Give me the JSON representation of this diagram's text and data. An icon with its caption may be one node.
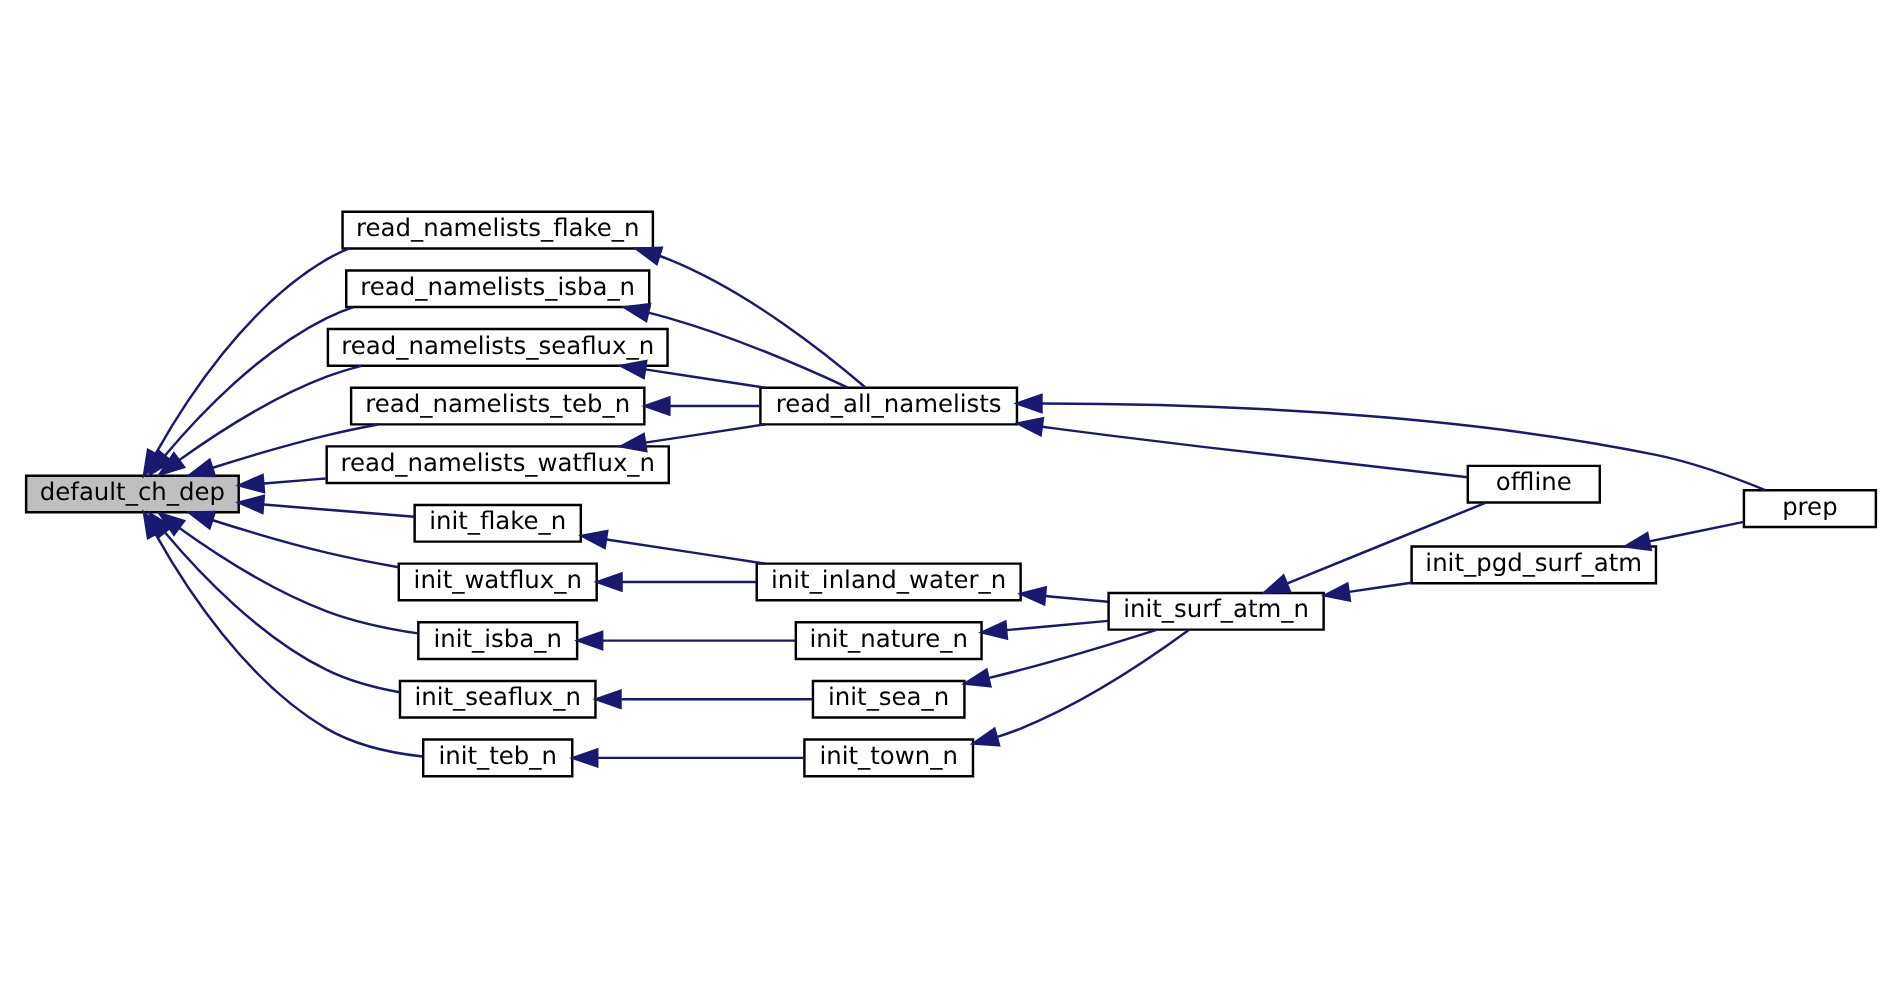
{
  "diagram": {
    "nodes": [
      {
        "text": [
          "default_ch_dep"
        ]
      },
      {
        "text": [
          "init_flake_n"
        ]
      },
      {
        "text": [
          "init_watflux_n"
        ]
      },
      {
        "text": [
          "init_isba_n"
        ]
      },
      {
        "text": [
          "init_seaflux_n"
        ]
      },
      {
        "text": [
          "init_teb_n"
        ]
      },
      {
        "text": [
          "read_namelists_flake_n"
        ]
      },
      {
        "text": [
          "read_namelists_isba_n"
        ]
      },
      {
        "text": [
          "read_namelists_seaflux_n"
        ]
      },
      {
        "text": [
          "read_namelists_teb_n"
        ]
      },
      {
        "text": [
          "read_namelists_watflux_n"
        ]
      },
      {
        "text": [
          "init_inland_water_n"
        ]
      },
      {
        "text": [
          "init_nature_n"
        ]
      },
      {
        "text": [
          "init_sea_n"
        ]
      },
      {
        "text": [
          "init_town_n"
        ]
      },
      {
        "text": [
          "read_all_namelists"
        ]
      },
      {
        "text": [
          "init_surf_atm_n"
        ]
      },
      {
        "text": [
          "init_pgd_surf_atm"
        ]
      },
      {
        "text": [
          "offline"
        ]
      },
      {
        "text": [
          "prep"
        ]
      }
    ],
    "edges": [
      {
        "from": 1,
        "to": 0,
        "arrow": "to"
      },
      {
        "from": 2,
        "to": 0,
        "arrow": "to"
      },
      {
        "from": 3,
        "to": 0,
        "arrow": "to"
      },
      {
        "from": 4,
        "to": 0,
        "arrow": "to"
      },
      {
        "from": 5,
        "to": 0,
        "arrow": "to"
      },
      {
        "from": 6,
        "to": 0,
        "arrow": "to"
      },
      {
        "from": 7,
        "to": 0,
        "arrow": "to"
      },
      {
        "from": 8,
        "to": 0,
        "arrow": "to"
      },
      {
        "from": 9,
        "to": 0,
        "arrow": "to"
      },
      {
        "from": 10,
        "to": 0,
        "arrow": "to"
      },
      {
        "from": 11,
        "to": 1,
        "arrow": "to"
      },
      {
        "from": 11,
        "to": 2,
        "arrow": "to"
      },
      {
        "from": 12,
        "to": 3,
        "arrow": "to"
      },
      {
        "from": 13,
        "to": 4,
        "arrow": "to"
      },
      {
        "from": 14,
        "to": 5,
        "arrow": "to"
      },
      {
        "from": 15,
        "to": 6,
        "arrow": "to"
      },
      {
        "from": 15,
        "to": 7,
        "arrow": "to"
      },
      {
        "from": 15,
        "to": 8,
        "arrow": "to"
      },
      {
        "from": 15,
        "to": 9,
        "arrow": "to"
      },
      {
        "from": 15,
        "to": 10,
        "arrow": "to"
      },
      {
        "from": 16,
        "to": 11,
        "arrow": "to"
      },
      {
        "from": 16,
        "to": 12,
        "arrow": "to"
      },
      {
        "from": 16,
        "to": 13,
        "arrow": "to"
      },
      {
        "from": 16,
        "to": 14,
        "arrow": "to"
      },
      {
        "from": 17,
        "to": 16,
        "arrow": "to"
      },
      {
        "from": 18,
        "to": 16,
        "arrow": "to"
      },
      {
        "from": 18,
        "to": 15,
        "arrow": "to"
      },
      {
        "from": 19,
        "to": 17,
        "arrow": "to"
      },
      {
        "from": 19,
        "to": 15,
        "arrow": "to"
      }
    ]
  }
}
